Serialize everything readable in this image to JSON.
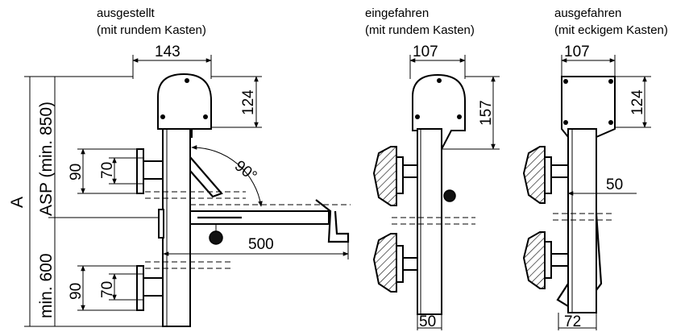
{
  "views": [
    {
      "line1": "ausgestellt",
      "line2": "(mit rundem Kasten)"
    },
    {
      "line1": "eingefahren",
      "line2": "(mit rundem Kasten)"
    },
    {
      "line1": "ausgefahren",
      "line2": "(mit eckigem Kasten)"
    }
  ],
  "dims": {
    "w143": "143",
    "h124a": "124",
    "w107a": "107",
    "h157": "157",
    "w107b": "107",
    "h124b": "124",
    "d90a": "90",
    "d70a": "70",
    "d90b": "90",
    "d70b": "70",
    "angle": "90°",
    "d500": "500",
    "d50side": "50",
    "d50bottom": "50",
    "d72bottom": "72"
  },
  "labels": {
    "A": "A",
    "asp": "ASP (min. 850)",
    "min600": "min. 600"
  }
}
